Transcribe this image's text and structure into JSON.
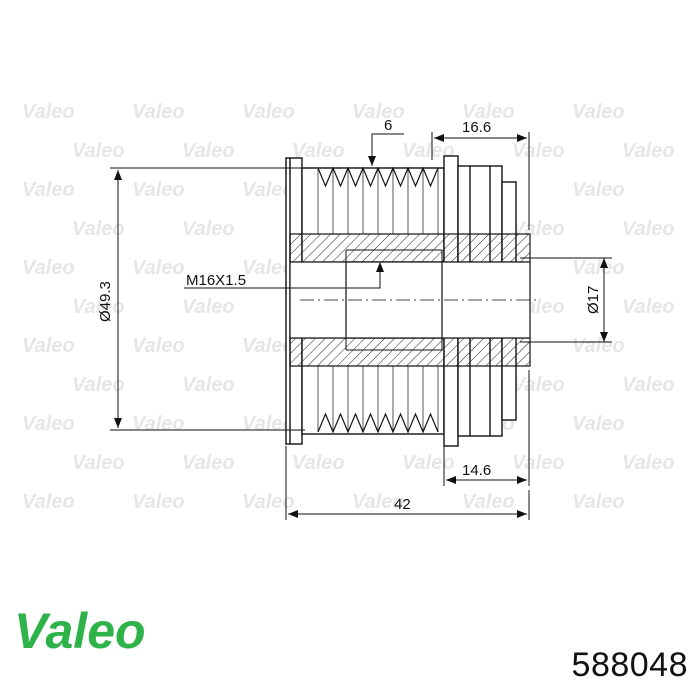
{
  "brand": {
    "logo_text": "Valeo",
    "watermark_text": "Valeo",
    "logo_color": "#2eb34a"
  },
  "part_number": "588048",
  "dimensions": {
    "groove_width": "6",
    "right_width_top": "16.6",
    "outer_diameter": "Ø49.3",
    "thread": "M16X1.5",
    "inner_diameter": "Ø17",
    "right_width_bottom": "14.6",
    "total_length": "42"
  },
  "colors": {
    "line": "#111111",
    "hatch": "#222222",
    "watermark": "#e6e6e6"
  }
}
